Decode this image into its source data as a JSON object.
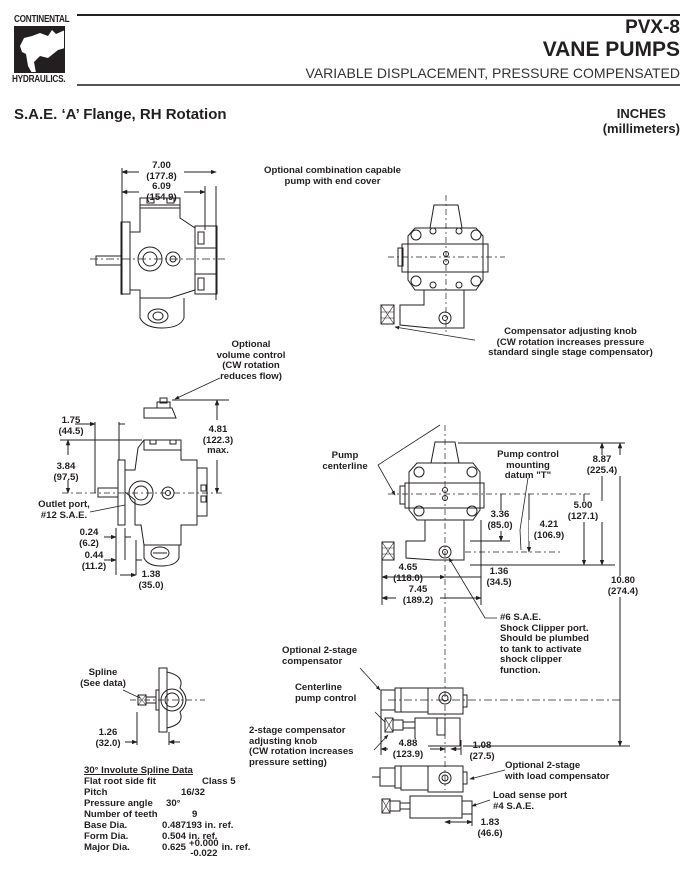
{
  "header": {
    "logo_top": "CONTINENTAL",
    "logo_bottom": "HYDRAULICS.",
    "model": "PVX-8",
    "product": "VANE PUMPS",
    "subtitle": "VARIABLE DISPLACEMENT, PRESSURE COMPENSATED"
  },
  "section_title": "S.A.E. ‘A’ Flange, RH Rotation",
  "units": {
    "primary": "INCHES",
    "secondary": "(millimeters)"
  },
  "views": {
    "top_view": {
      "dim_overall": {
        "in": "7.00",
        "mm": "(177.8)"
      },
      "dim_body": {
        "in": "6.09",
        "mm": "(154.9)"
      }
    },
    "combination_view": {
      "callout_title": [
        "Optional combination capable",
        "pump with end cover"
      ],
      "knob_callout": [
        "Compensator adjusting knob",
        "(CW rotation increases pressure",
        "standard single stage compensator)"
      ]
    },
    "side_view": {
      "volume_control_callout": [
        "Optional",
        "volume control",
        "(CW rotation",
        "reduces flow)"
      ],
      "dim_1_75": {
        "in": "1.75",
        "mm": "(44.5)"
      },
      "dim_3_84": {
        "in": "3.84",
        "mm": "(97.5)"
      },
      "dim_4_81": {
        "in": "4.81",
        "mm": "(122.3)",
        "note": "max."
      },
      "outlet_port": [
        "Outlet port,",
        "#12 S.A.E."
      ],
      "dim_0_24": {
        "in": "0.24",
        "mm": "(6.2)"
      },
      "dim_0_44": {
        "in": "0.44",
        "mm": "(11.2)"
      },
      "dim_1_38": {
        "in": "1.38",
        "mm": "(35.0)"
      }
    },
    "end_view": {
      "pump_centerline": [
        "Pump",
        "centerline"
      ],
      "control_datum": [
        "Pump control",
        "mounting",
        "datum \"T\""
      ],
      "dim_8_87": {
        "in": "8.87",
        "mm": "(225.4)"
      },
      "dim_3_36": {
        "in": "3.36",
        "mm": "(85.0)"
      },
      "dim_5_00": {
        "in": "5.00",
        "mm": "(127.1)"
      },
      "dim_4_21": {
        "in": "4.21",
        "mm": "(106.9)"
      },
      "dim_4_65": {
        "in": "4.65",
        "mm": "(118.0)"
      },
      "dim_1_36": {
        "in": "1.36",
        "mm": "(34.5)"
      },
      "dim_7_45": {
        "in": "7.45",
        "mm": "(189.2)"
      },
      "dim_10_80": {
        "in": "10.80",
        "mm": "(274.4)"
      },
      "shock_clipper": [
        "#6 S.A.E.",
        "Shock Clipper port.",
        "Should be plumbed",
        "to tank to activate",
        "shock clipper",
        "function."
      ]
    },
    "two_stage": {
      "optional_2stage": [
        "Optional 2-stage",
        "compensator"
      ],
      "centerline_control": [
        "Centerline",
        "pump control"
      ],
      "adjust_knob": [
        "2-stage compensator",
        "adjusting knob",
        "(CW rotation increases",
        "pressure setting)"
      ],
      "dim_4_88": {
        "in": "4.88",
        "mm": "(123.9)"
      },
      "dim_1_08": {
        "in": "1.08",
        "mm": "(27.5)"
      },
      "load_comp": [
        "Optional 2-stage",
        "with load compensator"
      ],
      "load_sense": [
        "Load sense port",
        "#4 S.A.E."
      ],
      "dim_1_83": {
        "in": "1.83",
        "mm": "(46.6)"
      }
    },
    "spline_view": {
      "callout": [
        "Spline",
        "(See data)"
      ],
      "dim_1_26": {
        "in": "1.26",
        "mm": "(32.0)"
      }
    }
  },
  "spline_data": {
    "title": "30° Involute Spline Data",
    "rows": [
      {
        "label": "Flat root side fit",
        "value": "Class 5"
      },
      {
        "label": "Pitch",
        "value": "16/32"
      },
      {
        "label": "Pressure angle",
        "value": "30°"
      },
      {
        "label": "Number of teeth",
        "value": "9"
      },
      {
        "label": "Base Dia.",
        "value": "0.487193 in. ref."
      },
      {
        "label": "Form Dia.",
        "value": "0.504 in. ref."
      },
      {
        "label": "Major Dia.",
        "value": "0.625",
        "tol_plus": "+0.000",
        "tol_minus": "-0.022",
        "suffix": "in. ref."
      }
    ]
  }
}
